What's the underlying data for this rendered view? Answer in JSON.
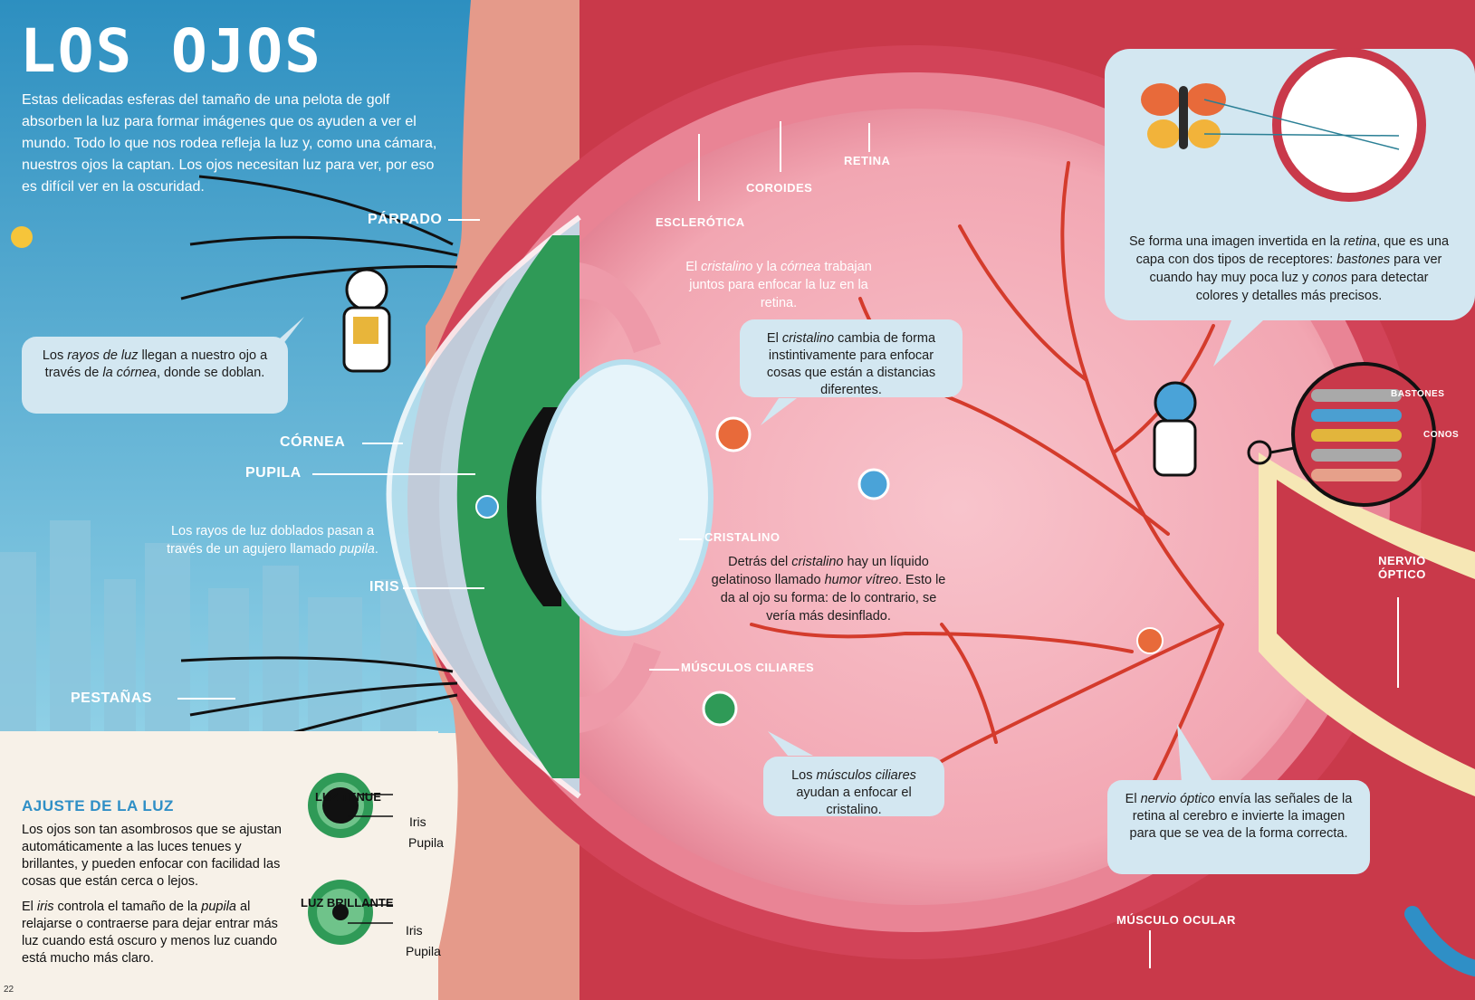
{
  "title": "LOS OJOS",
  "intro": "Estas delicadas esferas del tamaño de una pelota de golf absorben la luz para formar imágenes que os ayuden a ver el mundo. Todo lo que nos rodea refleja la luz y, como una cámara, nuestros ojos la captan. Los ojos necesitan luz para ver, por eso es difícil ver en la oscuridad.",
  "labels": {
    "parpado": "PÁRPADO",
    "cornea": "CÓRNEA",
    "pupila": "PUPILA",
    "iris": "IRIS",
    "pestanas": "PESTAÑAS",
    "esclerotica": "ESCLERÓTICA",
    "coroides": "COROIDES",
    "retina": "RETINA",
    "cristalino": "CRISTALINO",
    "musculos_ciliares": "MÚSCULOS CILIARES",
    "musculo_ocular": "MÚSCULO OCULAR",
    "nervio_optico_1": "NERVIO",
    "nervio_optico_2": "ÓPTICO",
    "bastones": "BASTONES",
    "conos": "CONOS"
  },
  "bubbles": {
    "rayos": {
      "pre": "Los ",
      "it": "rayos de luz",
      "mid": " llegan a nuestro ojo a través de ",
      "it2": "la córnea",
      "post": ", donde se doblan."
    },
    "cristalino_forma": {
      "pre": "El ",
      "it": "cristalino",
      "post": " cambia de forma instintivamente para enfocar cosas que están a distancias diferentes."
    },
    "musculos": {
      "pre": "Los ",
      "it": "músculos ciliares",
      "post": " ayudan a enfocar el cristalino."
    },
    "nervio": {
      "pre": "El ",
      "it": "nervio óptico",
      "post": " envía las señales de la retina al cerebro e invierte la imagen para que se vea de la forma correcta."
    },
    "imagen": {
      "pre": "Se forma una imagen invertida en la ",
      "it": "retina",
      "mid": ", que es una capa con dos tipos de receptores: ",
      "it2": "bastones",
      "mid2": " para ver cuando hay muy poca luz y ",
      "it3": "conos",
      "post": " para detectar colores y detalles más precisos."
    }
  },
  "texts": {
    "pupila_text": {
      "pre": "Los rayos de luz doblados pasan a través de un agujero llamado ",
      "it": "pupila",
      "post": "."
    },
    "cristalino_cornea": {
      "pre": "El ",
      "it": "cristalino",
      "mid": " y la ",
      "it2": "córnea",
      "post": " trabajan juntos para enfocar la luz en la retina."
    },
    "humor": {
      "pre": "Detrás del ",
      "it": "cristalino",
      "mid": " hay un líquido gelatinoso llamado ",
      "it2": "humor vítreo",
      "post": ". Esto le da al ojo su forma: de lo contrario, se vería más desinflado."
    }
  },
  "light": {
    "heading": "AJUSTE DE LA LUZ",
    "p1": "Los ojos son tan asombrosos que se ajustan automáticamente a las luces tenues y brillantes, y pueden enfocar con facilidad las cosas que están cerca o lejos.",
    "p2_pre": "El ",
    "p2_it": "iris",
    "p2_mid": " controla el tamaño de la ",
    "p2_it2": "pupila",
    "p2_post": " al relajarse o contraerse para dejar entrar más luz cuando está oscuro y menos luz cuando está mucho más claro.",
    "dim": "LUZ TENUE",
    "bright": "LUZ BRILLANTE",
    "iris": "Iris",
    "pupila": "Pupila"
  },
  "page_number": "22",
  "colors": {
    "sky": "#3fa8cf",
    "eyeball": "#f2a6b2",
    "flesh": "#c9394a",
    "bubble": "#d3e7f1",
    "iris": "#2f9a57",
    "vessel": "#d43b2c"
  }
}
